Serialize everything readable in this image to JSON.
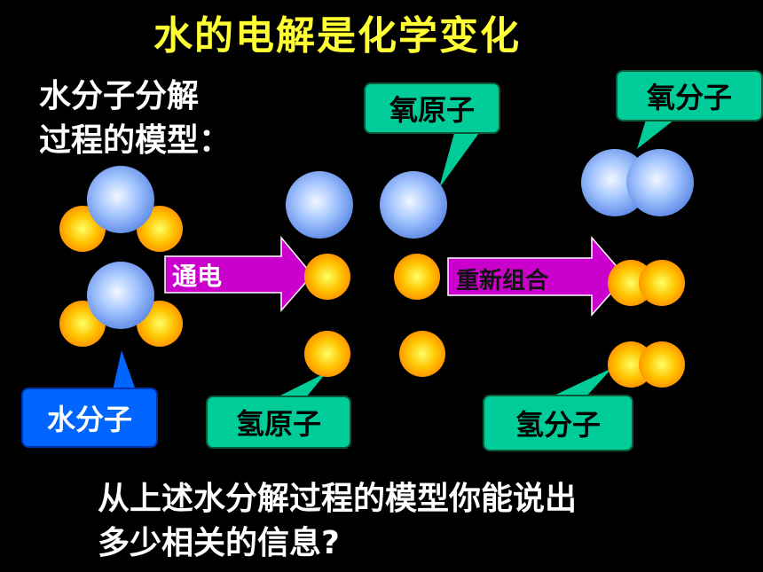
{
  "title": "水的电解是化学变化",
  "model_label_line1": "水分子分解",
  "model_label_line2": "过程的模型：",
  "arrows": {
    "electrify": "通电",
    "recombine": "重新组合"
  },
  "callouts": {
    "oxygen_atom": "氧原子",
    "oxygen_molecule": "氧分子",
    "water_molecule": "水分子",
    "hydrogen_atom": "氢原子",
    "hydrogen_molecule": "氢分子"
  },
  "question_line1": "从上述水分解过程的模型你能说出",
  "question_line2": "多少相关的信息?",
  "colors": {
    "background": "#000000",
    "title": "#ffff33",
    "arrow": "#cc00cc",
    "callout_green": "#00cc99",
    "callout_blue": "#0066ff",
    "oxygen_atom": "#7fb2ff",
    "hydrogen_atom": "#ffb000"
  }
}
